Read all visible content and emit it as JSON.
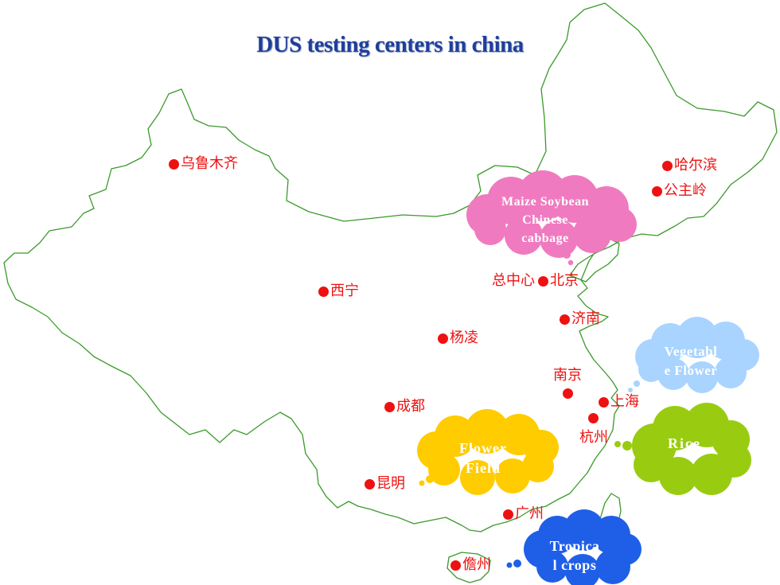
{
  "map": {
    "title": "DUS testing centers  in china",
    "colors": {
      "title": "#1f3f9a",
      "border": "#3a9a2a",
      "city_dot": "#ee1111",
      "city_text": "#ee1111",
      "cloud_pink": "#f07ac0",
      "cloud_lightblue": "#a8d4ff",
      "cloud_yellow": "#ffcc00",
      "cloud_green": "#99cc11",
      "cloud_blue": "#1f5fe8"
    },
    "cities": [
      {
        "id": "urumqi",
        "label": "乌鲁木齐"
      },
      {
        "id": "harbin",
        "label": "哈尔滨"
      },
      {
        "id": "gongzhuling",
        "label": "公主岭"
      },
      {
        "id": "beijing",
        "label": "北京",
        "prefix": "总中心"
      },
      {
        "id": "xining",
        "label": "西宁"
      },
      {
        "id": "jinan",
        "label": "济南"
      },
      {
        "id": "yangling",
        "label": "杨凌"
      },
      {
        "id": "nanjing",
        "label": "南京"
      },
      {
        "id": "shanghai",
        "label": "上海"
      },
      {
        "id": "chengdu",
        "label": "成都"
      },
      {
        "id": "hangzhou",
        "label": "杭州"
      },
      {
        "id": "kunming",
        "label": "昆明"
      },
      {
        "id": "guangzhou",
        "label": "广州"
      },
      {
        "id": "danzhou",
        "label": "儋州"
      }
    ],
    "callouts": [
      {
        "id": "beijing",
        "color": "cloud_pink",
        "lines": [
          "Maize Soybean",
          "Chinese",
          "cabbage"
        ]
      },
      {
        "id": "shanghai",
        "color": "cloud_lightblue",
        "lines": [
          "Vegetabl",
          "e Flower"
        ]
      },
      {
        "id": "hangzhou",
        "color": "cloud_green",
        "lines": [
          "Rice"
        ]
      },
      {
        "id": "kunming",
        "color": "cloud_yellow",
        "lines": [
          "Flower",
          "Field"
        ]
      },
      {
        "id": "danzhou",
        "color": "cloud_blue",
        "lines": [
          "Tropica",
          "l crops"
        ]
      }
    ]
  }
}
